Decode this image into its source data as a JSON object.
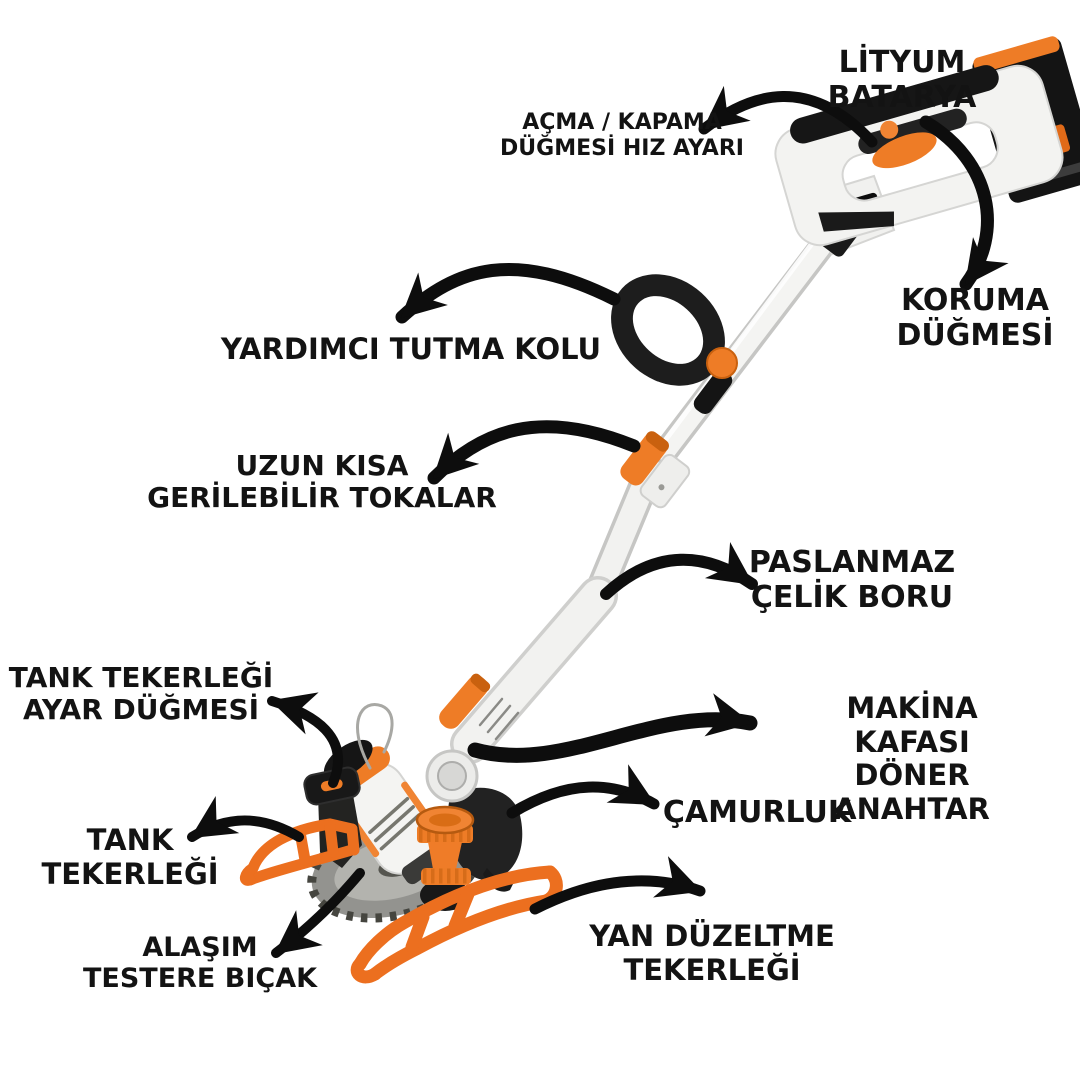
{
  "diagram": {
    "background": "#ffffff",
    "text_color": "#131313",
    "arrow_color": "#0d0d0d",
    "product_colors": {
      "accent_orange": "#ee7c26",
      "body_white": "#f3f3f1",
      "dark_parts": "#1a1a1a",
      "tube_gray": "#c9c9c7",
      "blade_gray": "#90908c"
    },
    "labels": {
      "lityum_batarya": "LİTYUM BATARYA",
      "acma_kapama": "AÇMA / KAPAMA\nDÜĞMESİ HIZ AYARI",
      "koruma_dugmesi": "KORUMA\nDÜĞMESİ",
      "yardimci_tutma_kolu": "YARDIMCI TUTMA KOLU",
      "uzun_kisa_gerilebilir_tokalar": "UZUN KISA\nGERİLEBİLİR TOKALAR",
      "paslanmaz_celik_boru": "PASLANMAZ\nÇELİK BORU",
      "tank_tekerlegi_ayar_dugmesi": "TANK TEKERLEĞİ\nAYAR DÜĞMESİ",
      "makina_kafasi_doner_anahtar": "MAKİNA KAFASI\nDÖNER ANAHTAR",
      "camurluk": "ÇAMURLUK",
      "tank_tekerlegi": "TANK\nTEKERLEĞİ",
      "alasim_testere_bicak": "ALAŞIM\nTESTERE BIÇAK",
      "yan_duzeltme_tekerlegi": "YAN DÜZELTME\nTEKERLEĞİ"
    }
  }
}
